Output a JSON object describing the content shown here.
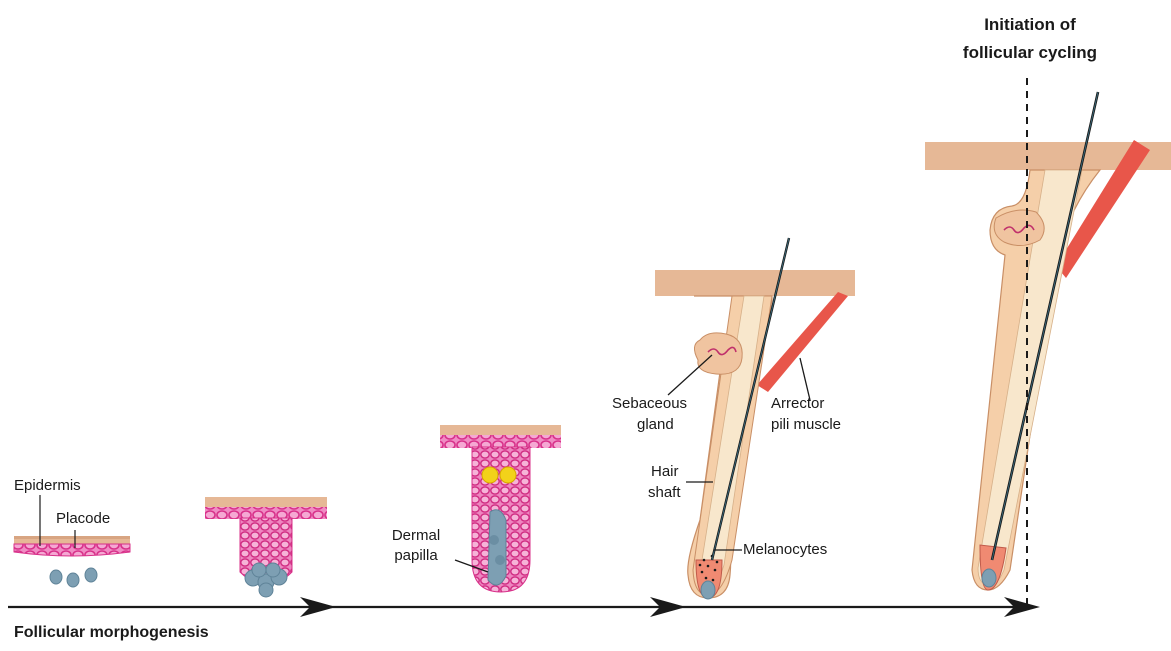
{
  "diagram": {
    "labels": {
      "epidermis": "Epidermis",
      "placode": "Placode",
      "dermal_papilla_1": "Dermal",
      "dermal_papilla_2": "papilla",
      "sebaceous_gland_1": "Sebaceous",
      "sebaceous_gland_2": "gland",
      "arrector_1": "Arrector",
      "arrector_2": "pili muscle",
      "hair_shaft_1": "Hair",
      "hair_shaft_2": "shaft",
      "melanocytes": "Melanocytes",
      "initiation_1": "Initiation of",
      "initiation_2": "follicular cycling",
      "axis_label": "Follicular morphogenesis"
    },
    "colors": {
      "skin": "#e6b896",
      "follicle": "#f5cfa9",
      "follicle_outline": "#c98f66",
      "cells": "#d8318a",
      "cell_fill": "#f08cc4",
      "papilla": "#7d9fb3",
      "muscle": "#e8564a",
      "yellow": "#f2d21a",
      "shaft": "#1a1a1a"
    }
  }
}
